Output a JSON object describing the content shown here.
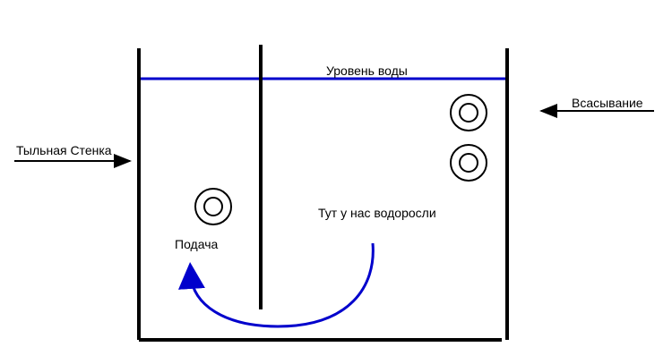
{
  "labels": {
    "water_level": "Уровень воды",
    "back_wall": "Тыльная Стенка",
    "suction": "Всасывание",
    "algae": "Тут у нас водоросли",
    "supply": "Подача"
  },
  "colors": {
    "water": "#0000cc",
    "walls": "#000000"
  }
}
